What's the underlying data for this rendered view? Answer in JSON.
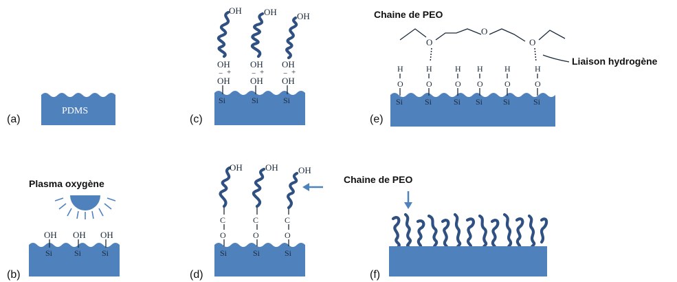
{
  "panels": {
    "a": {
      "label": "(a)",
      "substrate_text": "PDMS"
    },
    "b": {
      "label": "(b)",
      "caption": "Plasma oxygène",
      "groups": [
        {
          "top": "OH",
          "base": "Si"
        },
        {
          "top": "OH",
          "base": "Si"
        },
        {
          "top": "OH",
          "base": "Si"
        }
      ]
    },
    "c": {
      "label": "(c)",
      "groups": [
        {
          "end": "OH",
          "mid": "OH",
          "minus": "−",
          "plus": "+",
          "low": "OH",
          "base": "Si"
        },
        {
          "end": "OH",
          "mid": "OH",
          "minus": "−",
          "plus": "+",
          "low": "OH",
          "base": "Si"
        },
        {
          "end": "OH",
          "mid": "OH",
          "minus": "−",
          "plus": "+",
          "low": "OH",
          "base": "Si"
        }
      ]
    },
    "d": {
      "label": "(d)",
      "groups": [
        {
          "end": "OH",
          "c": "C",
          "o": "O",
          "base": "Si"
        },
        {
          "end": "OH",
          "c": "C",
          "o": "O",
          "base": "Si"
        },
        {
          "end": "OH",
          "c": "C",
          "o": "O",
          "base": "Si"
        }
      ]
    },
    "e": {
      "label": "(e)",
      "chain_caption": "Chaine de PEO",
      "bond_caption": "Liaison hydrogène",
      "chain_oxygens": [
        "O",
        "O",
        "O"
      ],
      "groups": [
        {
          "h": "H",
          "o": "O",
          "base": "Si"
        },
        {
          "h": "H",
          "o": "O",
          "base": "Si"
        },
        {
          "h": "H",
          "o": "O",
          "base": "Si"
        },
        {
          "h": "H",
          "o": "O",
          "base": "Si"
        },
        {
          "h": "H",
          "o": "O",
          "base": "Si"
        },
        {
          "h": "H",
          "o": "O",
          "base": "Si"
        }
      ]
    },
    "f": {
      "label": "(f)",
      "chain_caption": "Chaine de PEO"
    }
  },
  "colors": {
    "substrate": "#4f81bd",
    "chain": "#2f5080",
    "text": "#1b2a3a"
  }
}
